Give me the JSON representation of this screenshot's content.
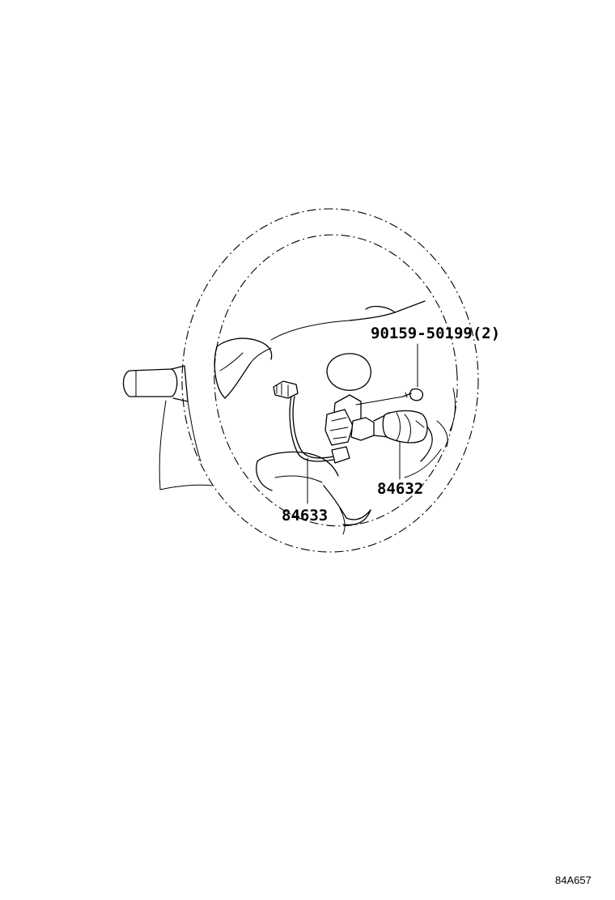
{
  "diagram": {
    "callouts": {
      "screw": "90159-50199(2)",
      "switch": "84632",
      "wire": "84633"
    },
    "figure_code": "84A657"
  }
}
